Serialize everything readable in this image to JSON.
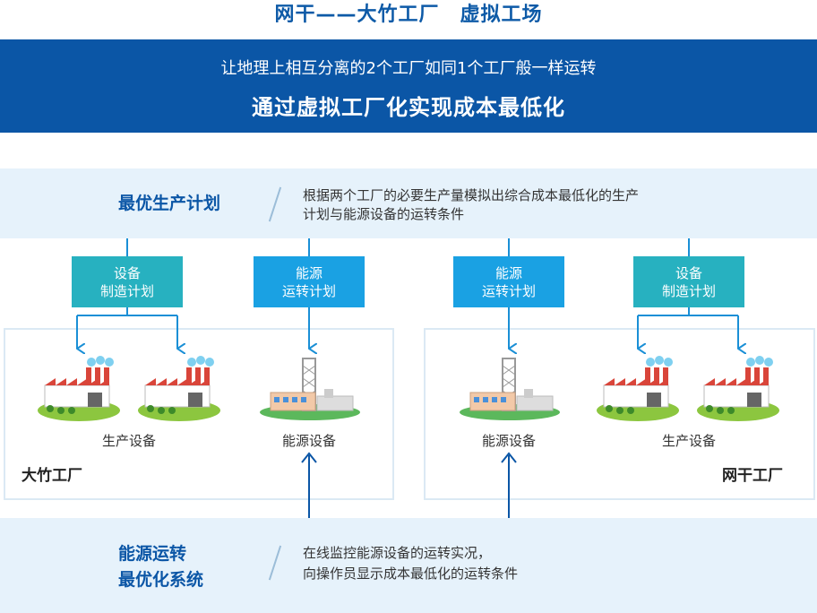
{
  "header": {
    "title": "网干——大竹工厂　虚拟工场",
    "subtitle": "让地理上相互分离的2个工厂如同1个工厂般一样运转",
    "headline": "通过虚拟工厂化实现成本最低化"
  },
  "top_band": {
    "heading": "最优生产计划",
    "desc_line1": "根据两个工厂的必要生产量模拟出综合成本最低化的生产",
    "desc_line2": "计划与能源设备的运转条件"
  },
  "boxes": {
    "equipment_plan": [
      "设备",
      "制造计划"
    ],
    "energy_plan": [
      "能源",
      "运转计划"
    ]
  },
  "labels": {
    "production_equipment": "生产设备",
    "energy_equipment": "能源设备"
  },
  "plants": {
    "left": "大竹工厂",
    "right": "网干工厂"
  },
  "bottom_band": {
    "heading_line1": "能源运转",
    "heading_line2": "最优化系统",
    "desc_line1": "在线监控能源设备的运转实况，",
    "desc_line2": "向操作员显示成本最低化的运转条件"
  },
  "colors": {
    "brand_blue": "#0b56a6",
    "teal": "#27b1c0",
    "sky": "#1aa1e3",
    "band": "#e6f2fb"
  }
}
